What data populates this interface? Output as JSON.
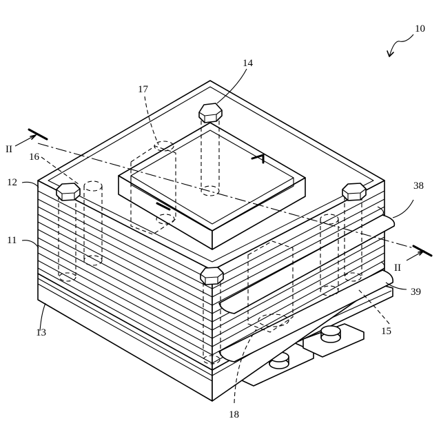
{
  "labels": {
    "l10": "10",
    "l11": "11",
    "l12": "12",
    "l13": "13",
    "l14": "14",
    "l15": "15",
    "l16": "16",
    "l17": "17",
    "l18": "18",
    "l38": "38",
    "l39": "39",
    "sec_left": "II",
    "sec_right": "II"
  },
  "colors": {
    "line": "#000000",
    "background": "#ffffff"
  }
}
